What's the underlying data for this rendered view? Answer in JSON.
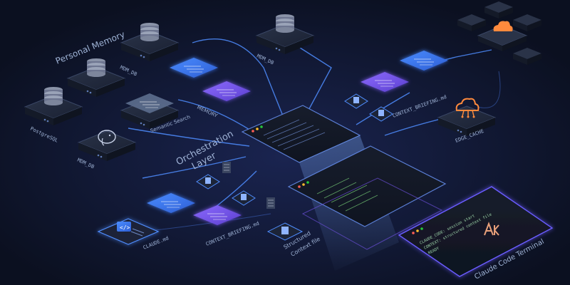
{
  "labels": {
    "personal_memory": "Personal Memory",
    "mdm_db_top": "MDM_DB",
    "mdm_db_mid": "MDM_DB",
    "mdm_db_bottom": "MDM_DB",
    "postgresql": "PostgreSQL",
    "semantic_search": "Semantic Search",
    "memory": "MEMORY",
    "context_briefing_top": "CONTEXT_BRIEFING.md",
    "edge_cache": "EDGE_CACHE",
    "orchestration_line1": "Orchestration",
    "orchestration_line2": "Layer",
    "claude_md": "CLAUDE.md",
    "context_briefing_bottom": "CONTEXT_BRIEFING.md",
    "structured_line1": "Structured",
    "structured_line2": "Context file",
    "claude_code_terminal": "Claude Code Terminal"
  },
  "terminal": {
    "line1": "CLAUDE_CODE: session start",
    "line2": "CONTEXT: structured context file",
    "line3": "READY"
  },
  "icons": {
    "database": "database-icon",
    "document": "document-icon",
    "cloud": "cloud-icon",
    "code": "code-icon",
    "elephant": "postgresql-icon",
    "logo": "claude-logo-icon"
  },
  "colors": {
    "background": "#0b1020",
    "accent_blue": "#4f8dff",
    "accent_purple": "#8b6cff",
    "accent_orange": "#ff8a3d"
  }
}
